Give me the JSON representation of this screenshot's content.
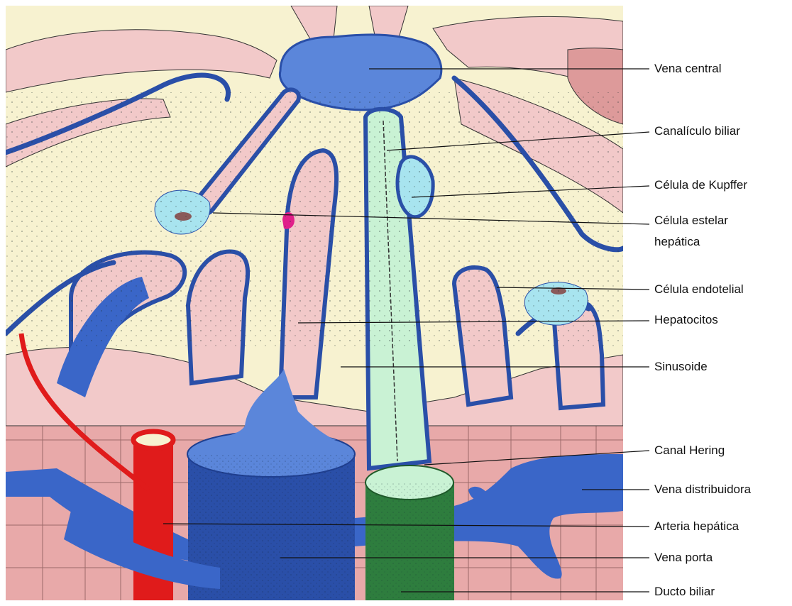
{
  "labels": {
    "vena_central": "Vena central",
    "canaliculo_biliar": "Canalículo biliar",
    "celula_kupffer": "Célula de Kupffer",
    "celula_estelar_line1": "Célula estelar",
    "celula_estelar_line2": "hepática",
    "celula_endotelial": "Célula endotelial",
    "hepatocitos": "Hepatocitos",
    "sinusoide": "Sinusoide",
    "canal_hering": "Canal Hering",
    "vena_distribuidora": "Vena distribuidora",
    "arteria_hepatica": "Arteria hepática",
    "vena_porta": "Vena porta",
    "ducto_biliar": "Ducto biliar"
  },
  "colors": {
    "background_cream": "#f7f2d0",
    "hepatocyte_pink": "#f2c9c9",
    "stroma_pink": "#e8a9a9",
    "vein_blue": "#3a66c8",
    "vein_light": "#5b86da",
    "artery_red": "#e01b1b",
    "bile_duct_green": "#2e7d3e",
    "canaliculus_mint": "#c9f2d4",
    "kupffer_cyan": "#a8e4ef",
    "stellate_magenta": "#e0208a"
  }
}
